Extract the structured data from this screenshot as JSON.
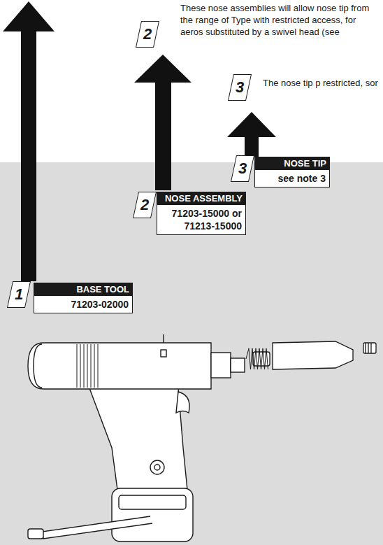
{
  "diagram": {
    "nodes": [
      {
        "text": [
          "NOSE TIP",
          "see note 3"
        ]
      },
      {
        "text": [
          "NOSE ASSEMBLY",
          "71203-15000 or 71213-15000"
        ]
      },
      {
        "text": [
          "BASE TOOL",
          "71203-02000"
        ]
      }
    ],
    "labels": [
      "2",
      "These nose assemblies will allow nose tip from the range of Type with restricted access, for aeros substituted by a swivel head (see",
      "3",
      "The nose tip p restricted, sor",
      "3",
      "2",
      "1"
    ]
  }
}
